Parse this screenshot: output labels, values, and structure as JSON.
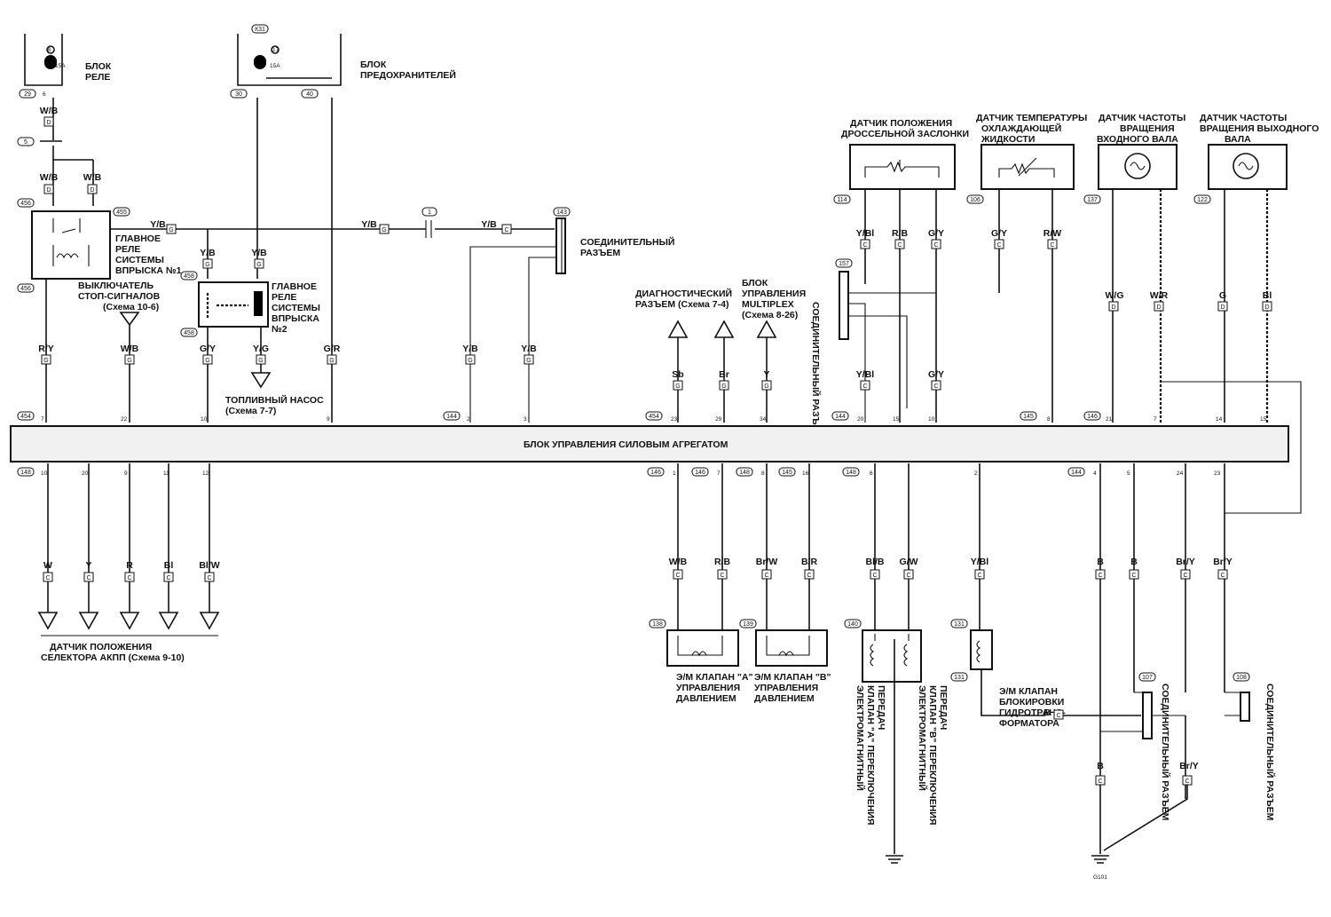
{
  "labels": {
    "relay_block": [
      "БЛОК",
      "РЕЛЕ"
    ],
    "fuse_block": [
      "БЛОК",
      "ПРЕДОХРАНИТЕЛЕЙ"
    ],
    "fuse_left": {
      "num": "6",
      "rating": "15A"
    },
    "fuse_right": {
      "num": "17",
      "rating": "15A"
    },
    "main_relay_1": [
      "ГЛАВНОЕ",
      "РЕЛЕ",
      "СИСТЕМЫ",
      "ВПРЫСКА №1"
    ],
    "main_relay_2": [
      "ГЛАВНОЕ",
      "РЕЛЕ",
      "СИСТЕМЫ",
      "ВПРЫСКА",
      "№2"
    ],
    "stop_switch": [
      "ВЫКЛЮЧАТЕЛЬ",
      "СТОП-СИГНАЛОВ",
      "(Схема 10-6)"
    ],
    "fuel_pump": [
      "ТОПЛИВНЫЙ НАСОС",
      "(Схема 7-7)"
    ],
    "joint_connector_top": [
      "СОЕДИНИТЕЛЬНЫЙ",
      "РАЗЪЕМ"
    ],
    "diag_connector": [
      "ДИАГНОСТИЧЕСКИЙ",
      "РАЗЪЕМ (Схема 7-4)"
    ],
    "multiplex": [
      "БЛОК",
      "УПРАВЛЕНИЯ",
      "MULTIPLEX",
      "(Схема 8-26)"
    ],
    "joint_connector_vertical": "СОЕДИНИТЕЛЬНЫЙ РАЗЪЕМ",
    "tps": [
      "ДАТЧИК ПОЛОЖЕНИЯ",
      "ДРОССЕЛЬНОЙ ЗАСЛОНКИ"
    ],
    "ect": [
      "ДАТЧИК ТЕМПЕРАТУРЫ",
      "ОХЛАЖДАЮЩЕЙ",
      "ЖИДКОСТИ"
    ],
    "input_speed": [
      "ДАТЧИК ЧАСТОТЫ",
      "ВРАЩЕНИЯ",
      "ВХОДНОГО ВАЛА"
    ],
    "output_speed": [
      "ДАТЧИК ЧАСТОТЫ",
      "ВРАЩЕНИЯ ВЫХОДНОГО",
      "ВАЛА"
    ],
    "ecu": "БЛОК УПРАВЛЕНИЯ СИЛОВЫМ АГРЕГАТОМ",
    "selector": [
      "ДАТЧИК ПОЛОЖЕНИЯ",
      "СЕЛЕКТОРА АКПП (Схема 9-10)"
    ],
    "valve_a": [
      "Э/М КЛАПАН \"А\"",
      "УПРАВЛЕНИЯ",
      "ДАВЛЕНИЕМ"
    ],
    "valve_b": [
      "Э/М КЛАПАН \"В\"",
      "УПРАВЛЕНИЯ",
      "ДАВЛЕНИЕМ"
    ],
    "shift_a": [
      "ЭЛЕКТРОМАГНИТНЫЙ",
      "КЛАПАН \"А\" ПЕРЕКЛЮЧЕНИЯ",
      "ПЕРЕДАЧ"
    ],
    "shift_b": [
      "ЭЛЕКТРОМАГНИТНЫЙ",
      "КЛАПАН \"В\" ПЕРЕКЛЮЧЕНИЯ",
      "ПЕРЕДАЧ"
    ],
    "lockup": [
      "Э/М КЛАПАН",
      "БЛОКИРОВКИ",
      "ГИДРОТРАНС-",
      "ФОРМАТОРА"
    ],
    "joint_connector_107": "СОЕДИНИТЕЛЬНЫЙ РАЗЪЕМ",
    "joint_connector_108": "СОЕДИНИТЕЛЬНЫЙ РАЗЪЕМ",
    "ground": "G101"
  },
  "connectors": [
    "29",
    "30",
    "40",
    "5",
    "455",
    "456",
    "458",
    "143",
    "114",
    "106",
    "137",
    "122",
    "157",
    "1",
    "454",
    "144",
    "145",
    "146",
    "148",
    "138",
    "139",
    "140",
    "131",
    "107",
    "108"
  ],
  "wire_colors": {
    "top_left": [
      "W/B",
      "W/B",
      "W/B",
      "Y/B",
      "Y/B",
      "Y/B",
      "Y/B",
      "Y/B"
    ],
    "upper_row": [
      "R/Y",
      "W/B",
      "G/Y",
      "Y/G",
      "G/R",
      "Y/B",
      "Y/B",
      "Sb",
      "Br",
      "Y",
      "Y/Bl",
      "G/Y"
    ],
    "sensors": [
      "Y/Bl",
      "R/B",
      "G/Y",
      "G/Y",
      "R/W",
      "W/G",
      "W/R",
      "G",
      "Bl"
    ],
    "selector": [
      "W",
      "Y",
      "R",
      "Bl",
      "Bl/W"
    ],
    "lower_right": [
      "W/B",
      "R/B",
      "Br/W",
      "B/R",
      "Bl/B",
      "G/W",
      "Y/Bl",
      "B",
      "B",
      "Br/Y",
      "Br/Y",
      "B",
      "Br/Y",
      "B"
    ]
  },
  "pins": {
    "ecu_top": [
      "7",
      "22",
      "10",
      "9",
      "2",
      "3",
      "23",
      "29",
      "34",
      "20",
      "15",
      "10",
      "8",
      "21",
      "7",
      "14",
      "15"
    ],
    "ecu_bottom": [
      "10",
      "20",
      "9",
      "11",
      "12",
      "1",
      "7",
      "8",
      "16",
      "6",
      "2",
      "4",
      "5",
      "24",
      "23"
    ]
  }
}
